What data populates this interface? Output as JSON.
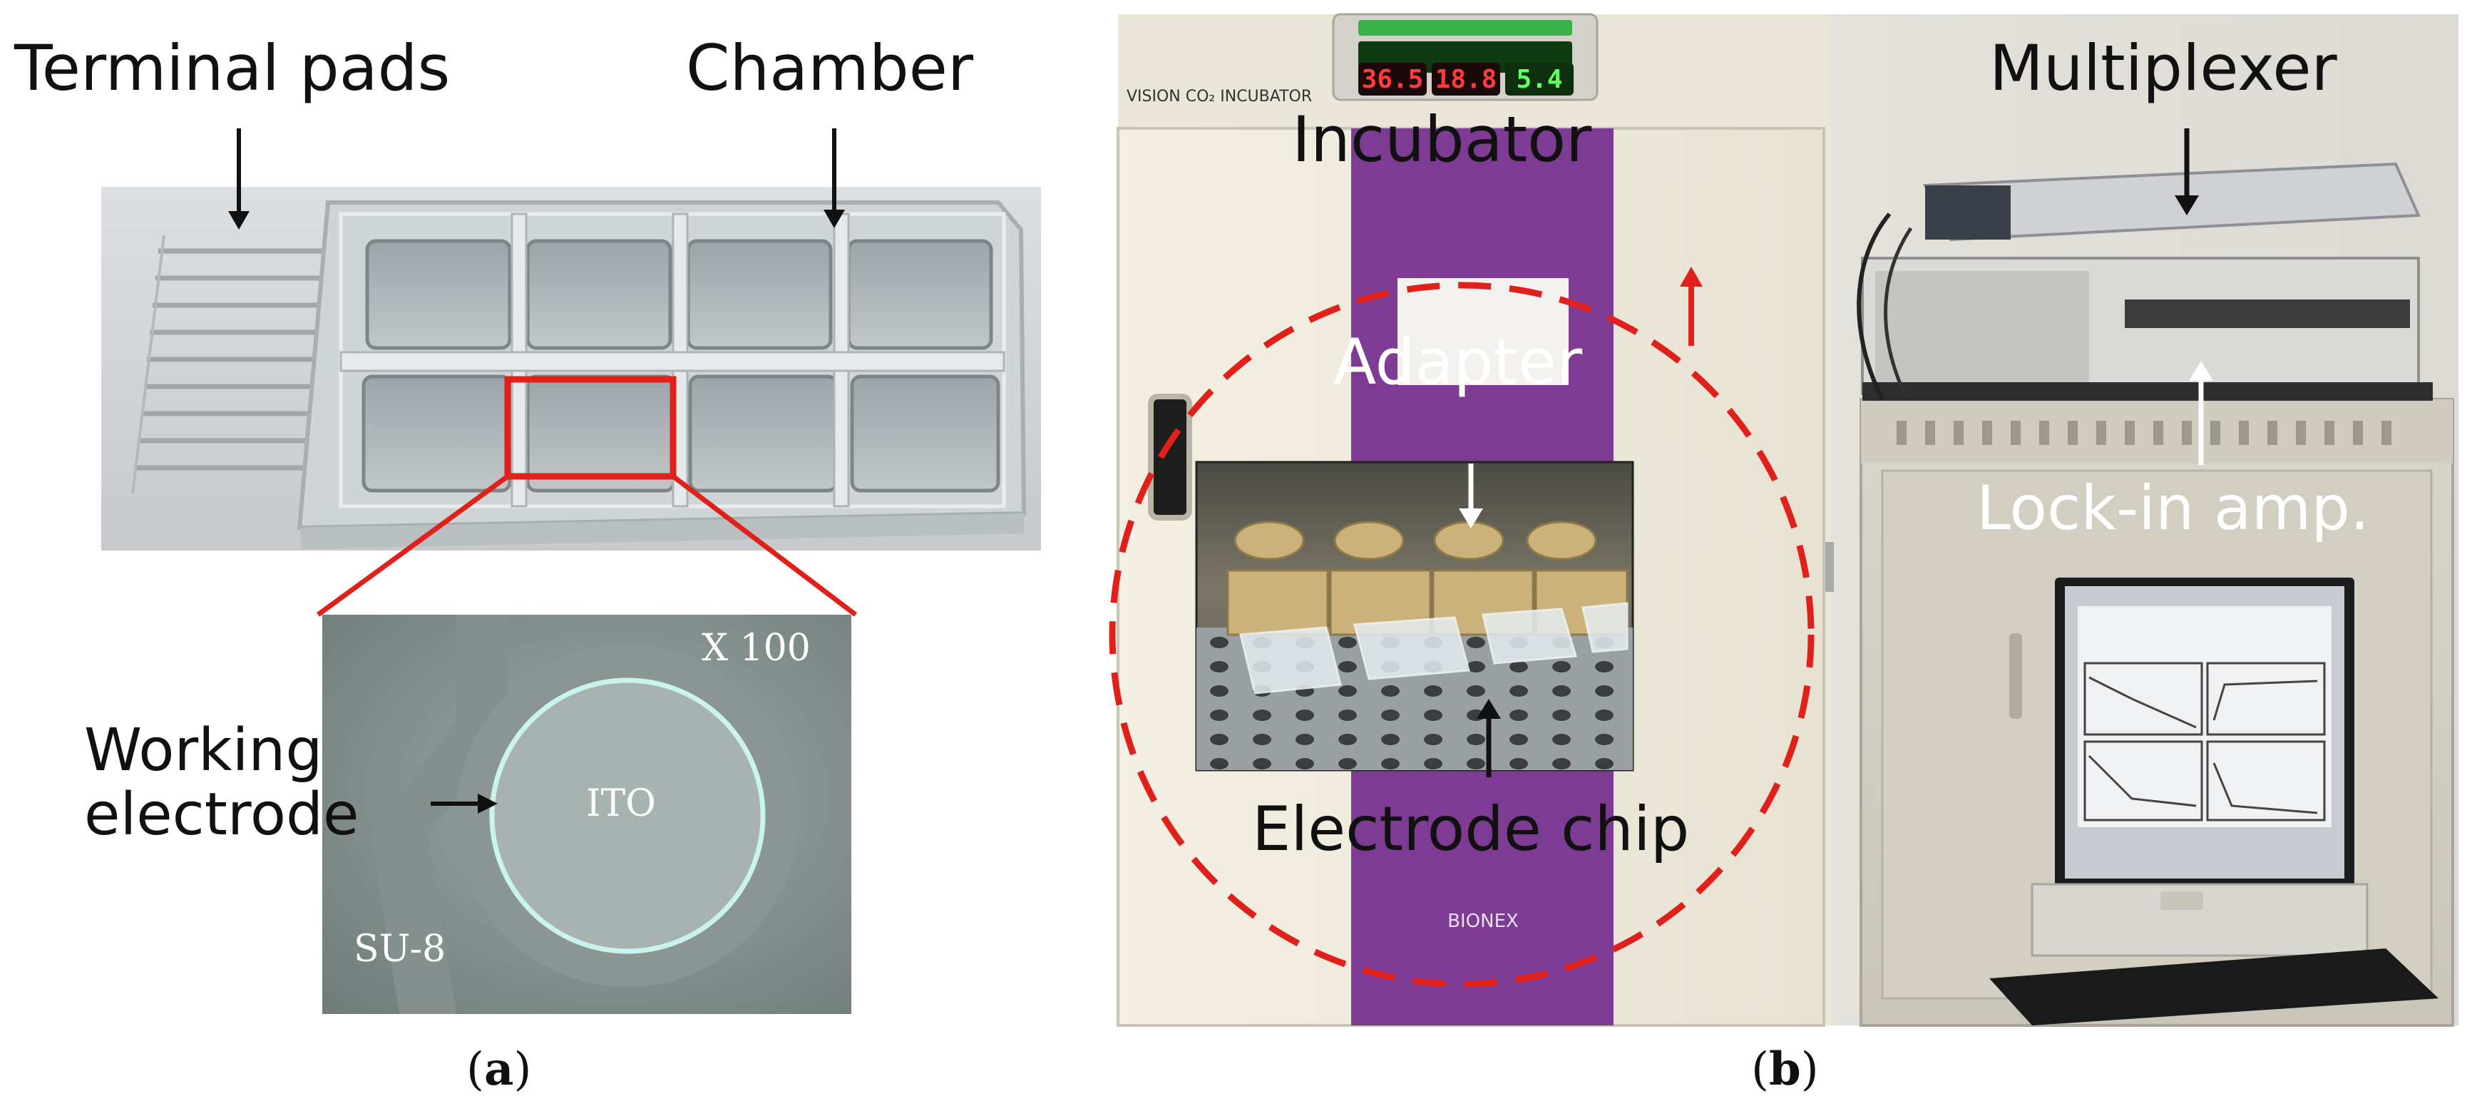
{
  "panel_a": {
    "labels": {
      "terminal_pads": "Terminal pads",
      "chamber": "Chamber",
      "working_electrode_line1": "Working",
      "working_electrode_line2": "electrode",
      "magnification": "X 100",
      "ito": "ITO",
      "su8": "SU-8"
    },
    "caption_letter": "a",
    "colors": {
      "highlight": "#e0201a"
    }
  },
  "panel_b": {
    "labels": {
      "incubator": "Incubator",
      "multiplexer": "Multiplexer",
      "adapter": "Adapter",
      "lock_in_amp": "Lock-in amp.",
      "electrode_chip": "Electrode chip"
    },
    "incubator_brand": "VISION CO₂ INCUBATOR",
    "incubator_logo": "BIONEX",
    "display": {
      "d1": "36.5",
      "d2": "18.8",
      "d3": "5.4"
    },
    "caption_letter": "b",
    "colors": {
      "door_band": "#7d3b93",
      "dashed_circle": "#e0201a"
    }
  }
}
